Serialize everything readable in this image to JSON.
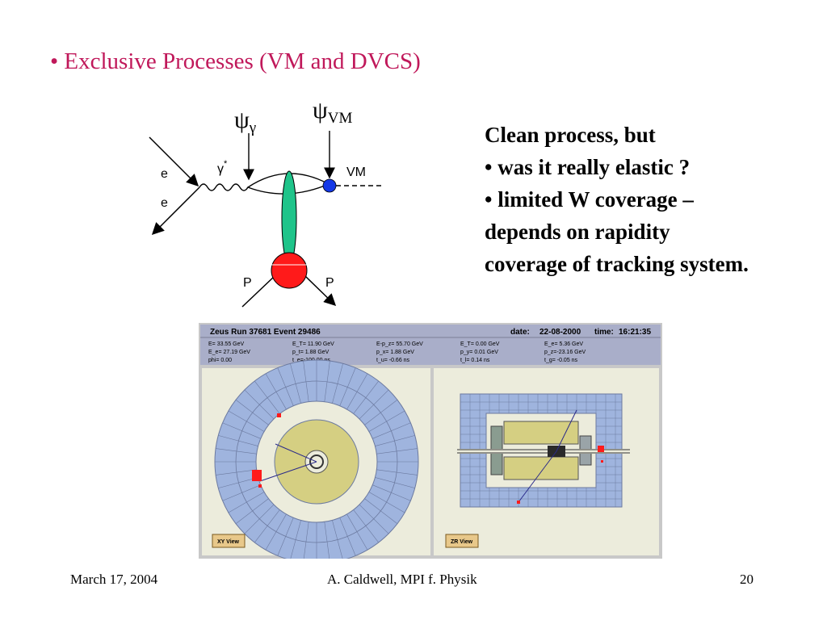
{
  "slide": {
    "title": "• Exclusive Processes (VM and DVCS)",
    "bullets": [
      "Clean process, but",
      "• was it really elastic ?",
      "• limited W coverage –",
      "depends on rapidity",
      "coverage of tracking system."
    ]
  },
  "diagram": {
    "psi_symbol": "ψ",
    "psi_gamma_sub": "γ",
    "psi_vm_sub": "VM",
    "e_top": "e",
    "e_bottom": "e",
    "gamma": "γ",
    "gamma_star": "*",
    "vm_label": "VM",
    "p_left": "P",
    "p_right": "P"
  },
  "event_display": {
    "header_left": "Zeus Run 37681 Event 29486",
    "header_date_label": "date:",
    "header_date": "22-08-2000",
    "header_time_label": "time:",
    "header_time": "16:21:35",
    "row1": [
      "E= 33.55 GeV",
      "E_T= 11.90 GeV",
      "E-p_z= 55.70 GeV",
      "E_T= 0.00 GeV",
      "E_e= 5.36 GeV"
    ],
    "row2": [
      "E_e= 27.19 GeV",
      "p_t= 1.88 GeV",
      "p_x= 1.88 GeV",
      "p_y= 0.01 GeV",
      "p_z=-23.16 GeV"
    ],
    "row3": [
      "phi= 0.00",
      "t_e=-100.00 ns",
      "t_u= -0.66 ns",
      "t_l= 0.14 ns",
      "t_g= -0.05 ns"
    ],
    "xy_button": "XY View",
    "zr_button": "ZR View"
  },
  "footer": {
    "date": "March 17, 2004",
    "author": "A. Caldwell, MPI f. Physik",
    "page": "20"
  },
  "colors": {
    "title": "#c0185a",
    "ellipse": "#1fc48a",
    "proton": "#ff1a1a",
    "vm_dot": "#1438e6",
    "detector_panel": "#9fb4de",
    "inner_calo": "#d5cf82"
  }
}
